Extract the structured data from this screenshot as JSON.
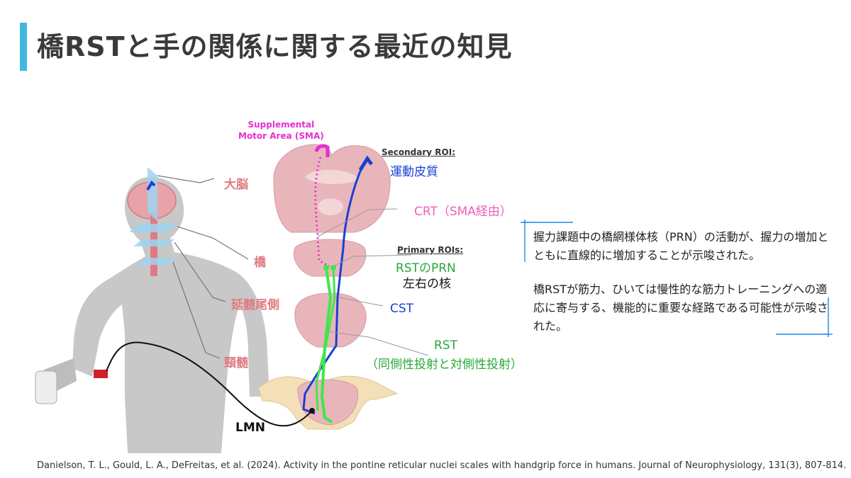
{
  "title": "橋RSTと手の関係に関する最近の知見",
  "diagram": {
    "sma_line1": "Supplemental",
    "sma_line2": "Motor Area (SMA)",
    "secondary_roi_heading": "Secondary ROI:",
    "secondary_roi": "運動皮質",
    "crt_label": "CRT（SMA経由）",
    "primary_roi_heading": "Primary ROIs:",
    "primary_roi_1": "RSTのPRN",
    "primary_roi_2": "左右の核",
    "cst_label": "CST",
    "rst_label_1": "RST",
    "rst_label_2": "（同側性投射と対側性投射）",
    "lmn_label": "LMN",
    "level_cerebrum": "大脳",
    "level_pons": "橋",
    "level_medulla": "延髄尾側",
    "level_cervical": "頸髄"
  },
  "findings": {
    "paragraph_1": "握力課題中の橋網様体核（PRN）の活動が、握力の増加とともに直線的に増加することが示唆された。",
    "paragraph_2": "橋RSTが筋力、ひいては慢性的な筋力トレーニングへの適応に寄与する、機能的に重要な経路である可能性が示唆された。"
  },
  "citation": "Danielson, T. L., Gould, L. A., DeFreitas, et al. (2024). Activity in the pontine reticular nuclei scales with handgrip force in humans. Journal of Neurophysiology, 131(3), 807-814.",
  "colors": {
    "accent_bar": "#43b7e0",
    "level_labels": "#e07a82",
    "sma": "#e62fd0",
    "cst": "#1a3fd6",
    "rst": "#2aa83a",
    "crt": "#ee5fb8",
    "tissue": "#e9b9bc"
  }
}
